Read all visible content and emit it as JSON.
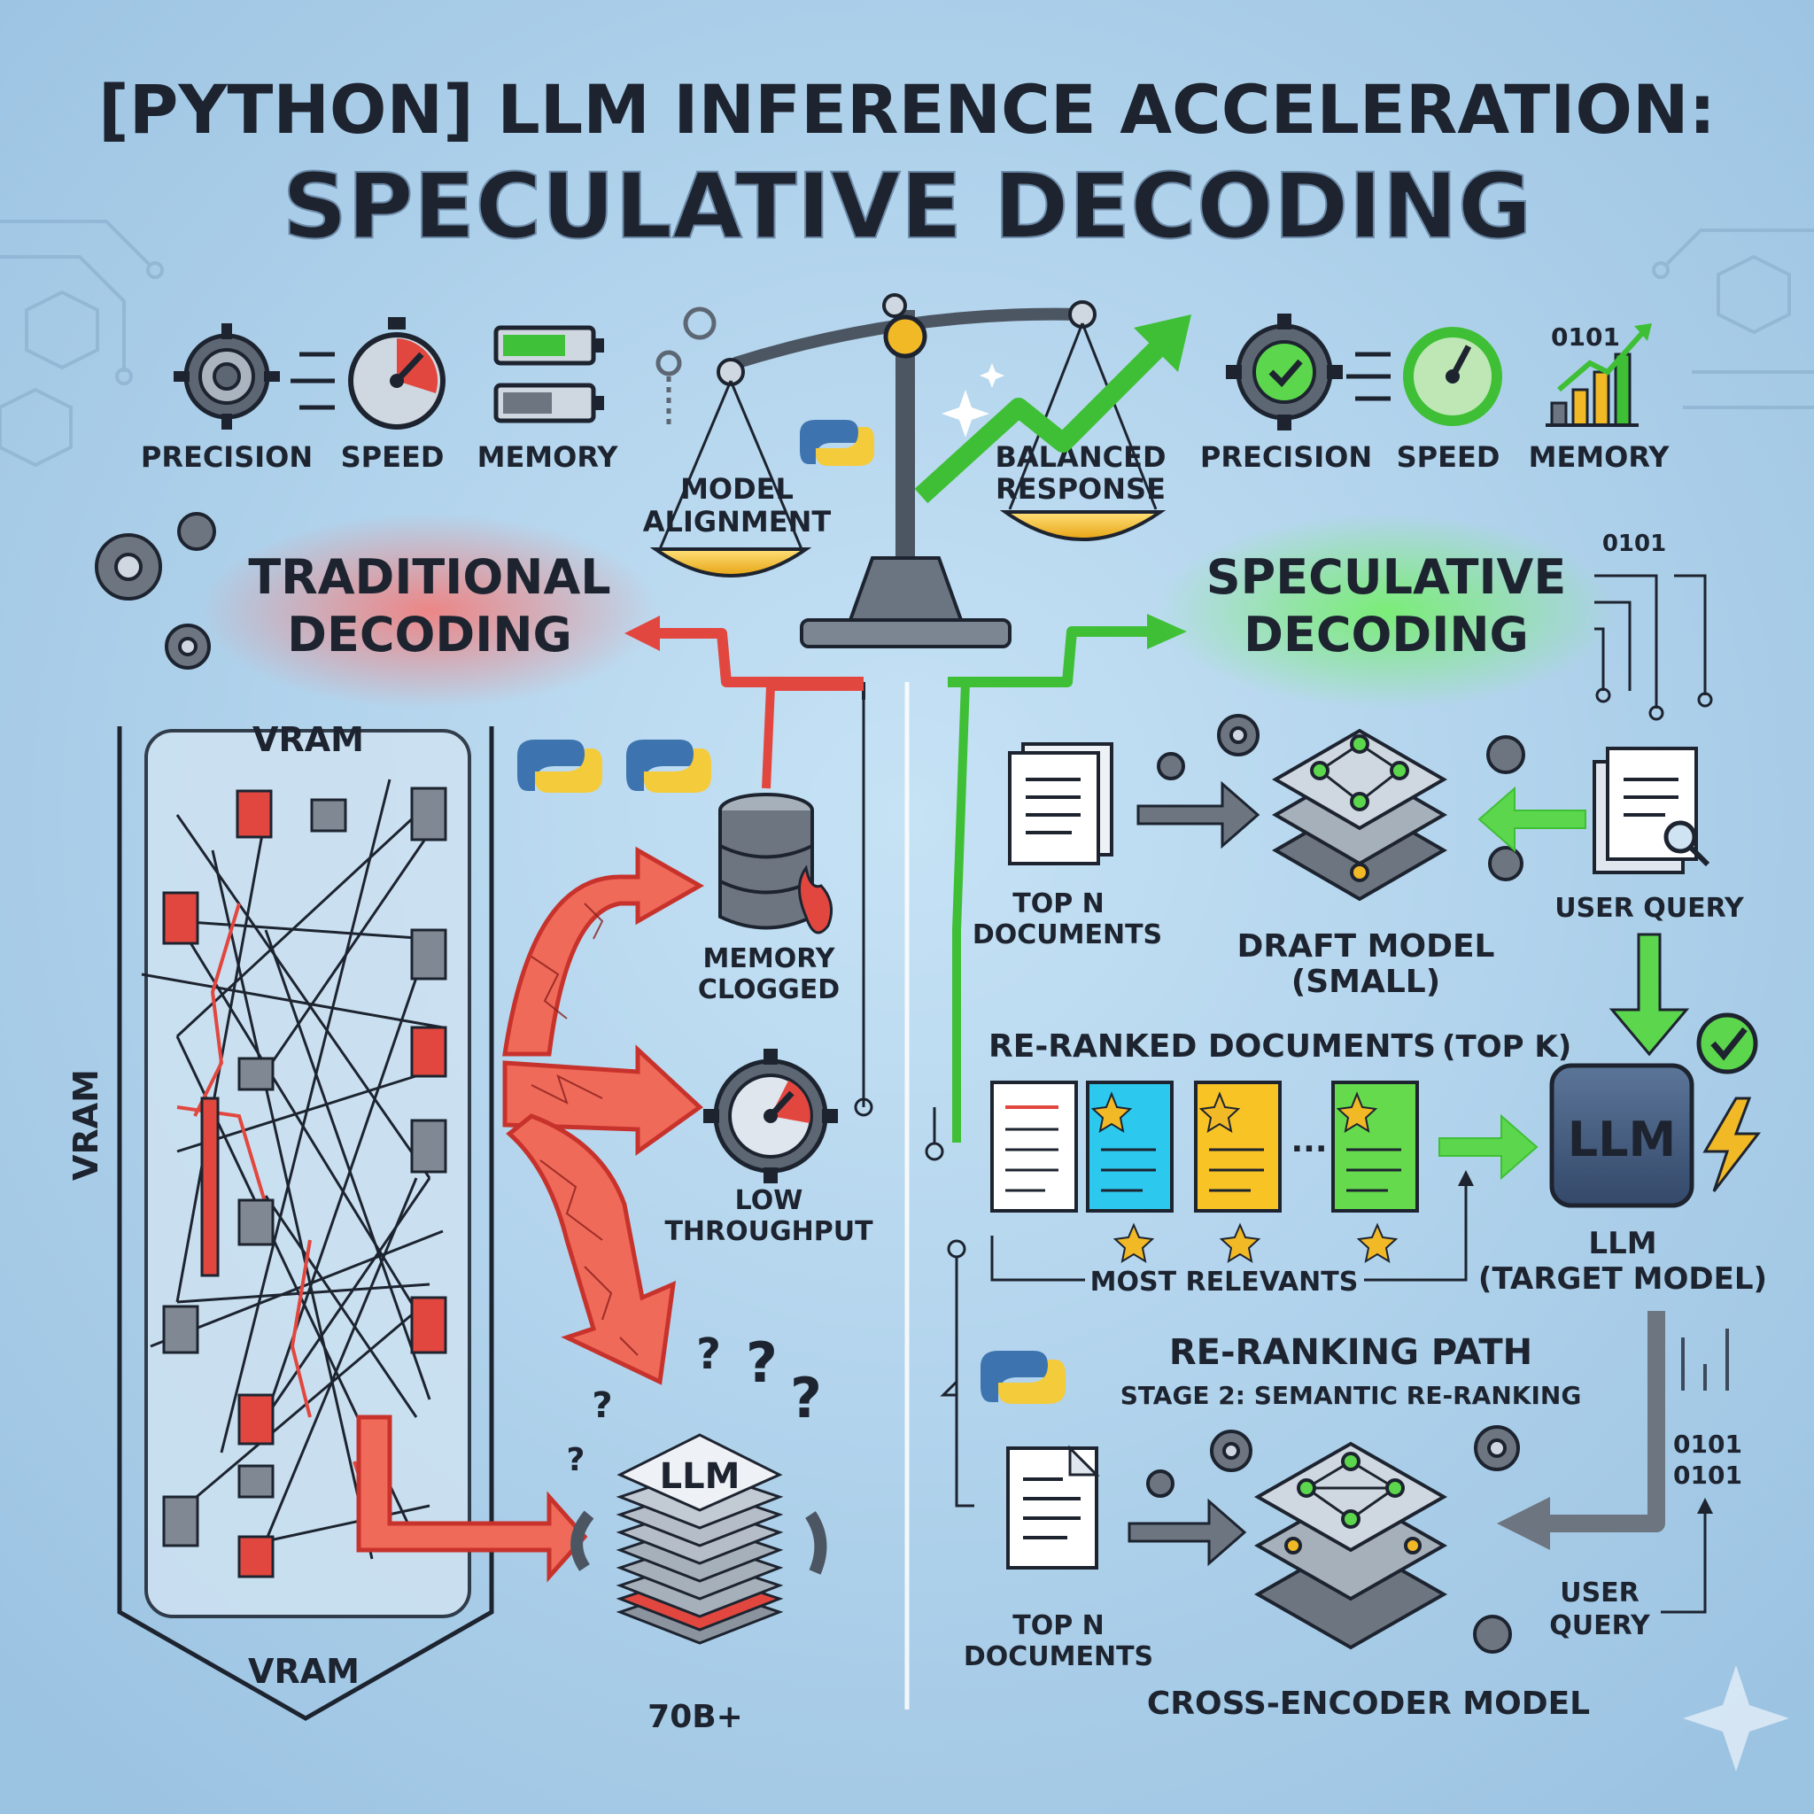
{
  "title": {
    "line1": "[PYTHON] LLM INFERENCE ACCELERATION:",
    "line2": "SPECULATIVE DECODING"
  },
  "top_icons_left": {
    "precision": "PRECISION",
    "speed": "SPEED",
    "memory": "MEMORY"
  },
  "top_icons_right": {
    "precision": "PRECISION",
    "speed": "SPEED",
    "memory": "MEMORY",
    "binary": "0101"
  },
  "scale": {
    "model_alignment": [
      "MODEL",
      "ALIGNMENT"
    ],
    "balanced_response": [
      "BALANCED",
      "RESPONSE"
    ]
  },
  "traditional": {
    "heading": [
      "TRADITIONAL",
      "DECODING"
    ],
    "vram_top": "VRAM",
    "vram_side": "VRAM",
    "vram_bottom": "VRAM",
    "memory_clogged": [
      "MEMORY",
      "CLOGGED"
    ],
    "low_throughput": [
      "LOW",
      "THROUGHPUT"
    ],
    "llm_label": "LLM",
    "model_size": "70B+",
    "question_mark": "?"
  },
  "speculative": {
    "heading": [
      "SPECULATIVE",
      "DECODING"
    ],
    "binary": "0101",
    "top_n_docs": [
      "TOP N",
      "DOCUMENTS"
    ],
    "draft_model": [
      "DRAFT MODEL",
      "(SMALL)"
    ],
    "user_query": "USER QUERY",
    "reranked": "RE-RANKED DOCUMENTS",
    "reranked_suffix": "(TOP K)",
    "ellipsis": "...",
    "llm_box": "LLM",
    "llm_target": [
      "LLM",
      "(TARGET MODEL)"
    ],
    "most_relevants": "MOST RELEVANTS",
    "reranking_path": "RE-RANKING PATH",
    "stage2": "STAGE 2: SEMANTIC RE-RANKING",
    "top_n_docs_2": [
      "TOP N",
      "DOCUMENTS"
    ],
    "cross_encoder": "CROSS-ENCODER MODEL",
    "user_query_2": [
      "USER",
      "QUERY"
    ],
    "binary_2": [
      "0101",
      "0101"
    ]
  },
  "colors": {
    "background": "#a9cde8",
    "red": "#e2473f",
    "green": "#4fcf3e",
    "dark": "#1d2430",
    "gray": "#727c88",
    "gold": "#f2b927",
    "llm_box": "#3f5878"
  }
}
